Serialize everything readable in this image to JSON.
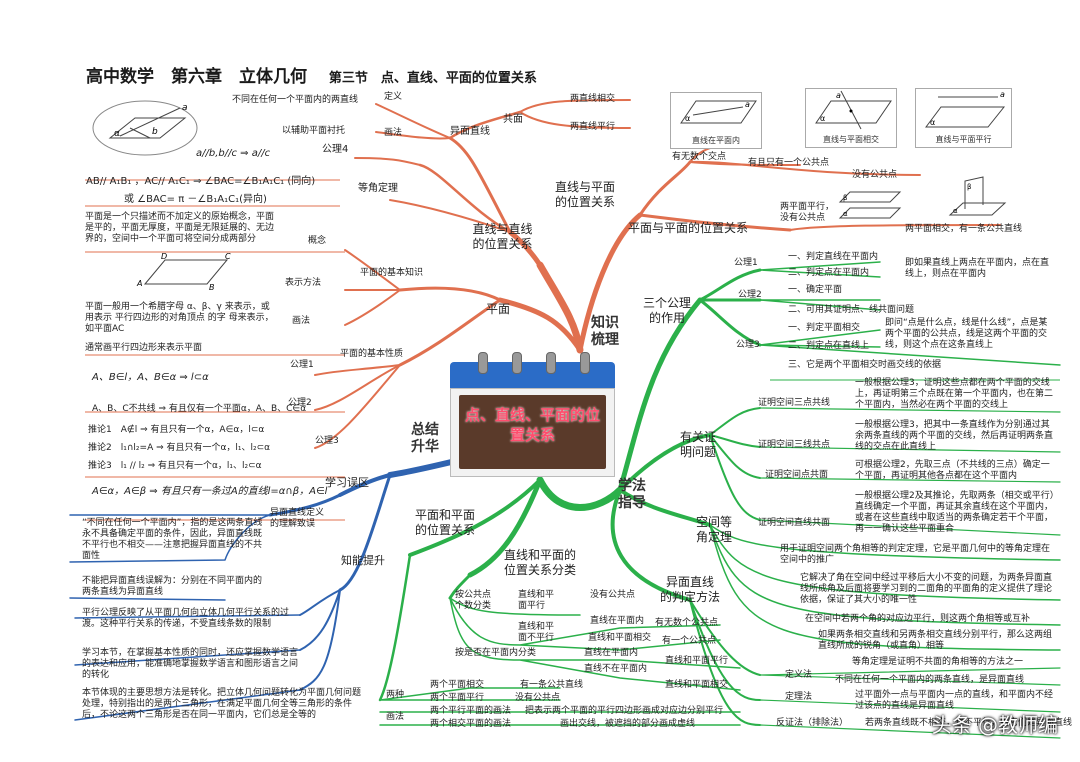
{
  "title": {
    "main": "高中数学　第六章　立体几何",
    "sub": "第三节　点、直线、平面的位置关系"
  },
  "center": {
    "label": "点、直线、平面的位置关系"
  },
  "hubs": {
    "zhishi": "知识\n梳理",
    "xuefa": "学法\n指导",
    "zongjie": "总结\n升华"
  },
  "colors": {
    "orange": "#e0704f",
    "green": "#2bb04a",
    "blue": "#2f63b0"
  },
  "orange": {
    "zhixian_pingmian": "直线与直线\n的位置关系",
    "gongmian": "共面",
    "liangxian_xiangjiao": "两直线相交",
    "liangxian_pingxing": "两直线平行",
    "yimian": "异面直线",
    "dingyi": "定义",
    "dingyi_text": "不同在任何一个平面内的两直线",
    "huafa": "画法",
    "huafa_text": "以辅助平面衬托",
    "gongli4": "公理4",
    "gongli4_text": "a//b,b//c ⇒ a//c",
    "dengjiao": "等角定理",
    "dengjiao_1": "AB// A₁B₁ ，AC// A₁C₁ ⇒ ∠BAC=∠B₁A₁C₁ (同向)",
    "dengjiao_2": "或 ∠BAC= π －∠B₁A₁C₁(异向)",
    "zhixian_yu_pingmian": "直线与平面\n的位置关系",
    "wushu_jiaodian": "有无数个交点",
    "youqie_yige": "有且只有一个公共点",
    "meiyou_gongong": "没有公共点",
    "fig1": "直线在平面内",
    "fig2": "直线与平面相交",
    "fig3": "直线与平面平行",
    "pingmian_yu_pingmian": "平面与平面的位置关系",
    "liangpm_pingxing": "两平面平行，\n没有公共点",
    "liangpm_xiangjiao": "两平面相交，有一条公共直线",
    "pingmian": "平面",
    "pm_jiben_zhishi": "平面的基本知识",
    "gainian": "概念",
    "gainian_text": "平面是一个只描述而不加定义的原始概念，平面是平的，平面无厚度，平面是无限延展的、无边界的，空间中一个平面可将空间分成两部分",
    "biaoshi": "表示方法",
    "biaoshi_text": "平面一般用一个希腊字母 α、β、γ 来表示，或用表示 平行四边形的对角顶点 的字 母来表示，如平面AC",
    "huafa2": "画法",
    "huafa2_text": "通常画平行四边形来表示平面",
    "pm_jiben_xingzhi": "平面的基本性质",
    "gongli1": "公理1",
    "gongli1_text": "A、B∈l，A、B∈α ⇒ l⊂α",
    "gongli2": "公理2",
    "gongli2_text": "A、B、C不共线 ⇒ 有且仅有一个平面α，A、B、C∈α",
    "gongli3": "公理3",
    "tuilun1": "推论1　A∉l ⇒ 有且只有一个α，A∈α，l⊂α",
    "tuilun2": "推论2　l₁∩l₂=A ⇒ 有且只有一个α，l₁、l₂⊂α",
    "tuilun3": "推论3　l₁ // l₂ ⇒ 有且只有一个α，l₁、l₂⊂α",
    "gongli3_text": "A∈α，A∈β ⇒ 有且只有一条过A的直线l=α∩β，A∈l"
  },
  "green": {
    "sange_gongli": "三个公理\n的作用",
    "gl1": "公理1",
    "gl1_a": "一、判定直线在平面内",
    "gl1_b": "二、判定点在平面内",
    "gl1_note": "即如果直线上两点在平面内，点在直线上，则点在平面内",
    "gl2": "公理2",
    "gl2_a": "一、确定平面",
    "gl2_b": "二、可用其证明点、线共面问题",
    "gl3": "公理3",
    "gl3_a": "一、判定平面相交",
    "gl3_b": "二、判定点在直线上",
    "gl3_c": "三、它是两个平面相交时画交线的依据",
    "gl3_note": "即问“点是什么点，线是什么线”，点是某两个平面的公共点，线是这两个平面的交线，则这个点在这条直线上",
    "youguan": "有关证\n明问题",
    "z1": "证明空间三点共线",
    "z1_t": "一般根据公理3，证明这些点都在两个平面的交线上，再证明第三个点既在第一个平面内，也在第二个平面内，当然必在两个平面的交线上",
    "z2": "证明空间三线共点",
    "z2_t": "一般根据公理3，把其中一条直线作为分别通过其余两条直线的两个平面的交线，然后再证明两条直线的交点在此直线上",
    "z3": "证明空间点共面",
    "z3_t": "可根据公理2，先取三点（不共线的三点）确定一个平面，再证明其他各点都在这个平面内",
    "z4": "证明空间直线共面",
    "z4_t": "一般根据公理2及其推论，先取两条（相交或平行）直线确定一个平面，再证其余直线在这个平面内，或者在这些直线中取适当的两条确定若干个平面，再一一确认这些平面重合",
    "kongjian_dengjiao": "空间等\n角定理",
    "dj_1": "用于证明空间两个角相等的判定定理，它是平面几何中的等角定理在空间中的推广",
    "dj_2": "它解决了角在空间中经过平移后大小不变的问题，为两条异面直线所成角及后面将要学习到的二面角的平面角的定义提供了理论依据，保证了其大小的唯一性",
    "dj_3": "在空间中若两个角的对应边平行，则这两个角相等或互补",
    "dj_4": "如果两条相交直线和另两条相交直线分别平行，那么这两组直线所成的锐角（或直角）相等",
    "yimian_pd": "异面直线\n的判定方法",
    "dingyifa": "定义法",
    "dingyifa_t": "不同在任何一个平面内的两条直线，是异面直线",
    "dingyifa_n": "等角定理是证明不共面的角相等的方法之一",
    "dinglifa": "定理法",
    "dinglifa_t": "过平面外一点与平面内一点的直线，和平面内不经过该点的直线是异面直线",
    "fanzheng": "反证法（排除法）",
    "fanzheng_t": "若两条直线既不相交，也不平行，则它们是异面直线",
    "zx_pm_fenlei": "直线和平面的\n位置关系分类",
    "gonggong_ge": "按公共点\n个数分类",
    "zxpmpx": "直线和平\n面平行",
    "mei_gonggong": "没有公共点",
    "zxpmbpx": "直线和平\n面不平行",
    "zai_pm_nei": "直线在平面内",
    "wushu_gonggong": "有无数个公共点",
    "xiangjiao": "直线和平面相交",
    "yige_gonggong": "有一个公共点",
    "shifou": "按是否在平面内分类",
    "zai_nei": "直线在平面内",
    "bu_zai_nei": "直线不在平面内",
    "zxpm_px": "直线和平面平行",
    "zxpm_xj": "直线和平面相交",
    "pm_pm": "平面和平面\n的位置关系",
    "liangzhong": "两种",
    "pm_xj": "两个平面相交",
    "yitiao": "有一条公共直线",
    "pm_px": "两个平面平行",
    "meiyou2": "没有公共点",
    "huafa_g": "画法",
    "hf1": "两个平行平面的画法",
    "hf1_t": "把表示两个平面的平行四边形画成对应边分别平行",
    "hf2": "两个相交平面的画法",
    "hf2_t": "画出交线，被遮挡的部分画成虚线"
  },
  "blue": {
    "xuexi_wuqu": "学习误区",
    "yimian_yi": "异面直线定义\n的理解致误",
    "wuqu_t1": "“不同在任何一个平面内”，指的是这两条直线永不具备确定平面的条件，因此，异面直线既不平行也不相交——注意把握异面直线的不共面性",
    "wuqu_t2": "不能把异面直线误解为：分别在不同平面内的两条直线为异面直线",
    "zhineng": "知能提升",
    "zn_t1": "平行公理反映了从平面几何向立体几何平行关系的过渡。这种平行关系的传递，不受直线条数的限制",
    "zn_t2": "学习本节，在掌握基本性质的同时，还应掌握数学语言的表达和应用，能准确地掌握数学语言和图形语言之间的转化",
    "zn_t3": "本节体现的主要思想方法是转化。把立体几何问题转化为平面几何问题处理，特别指出的是两个三角形，在满足平面几何全等三角形的条件后，不论这两个三角形是否在同一平面内，它们总是全等的"
  },
  "watermark": "头条 @教师编"
}
